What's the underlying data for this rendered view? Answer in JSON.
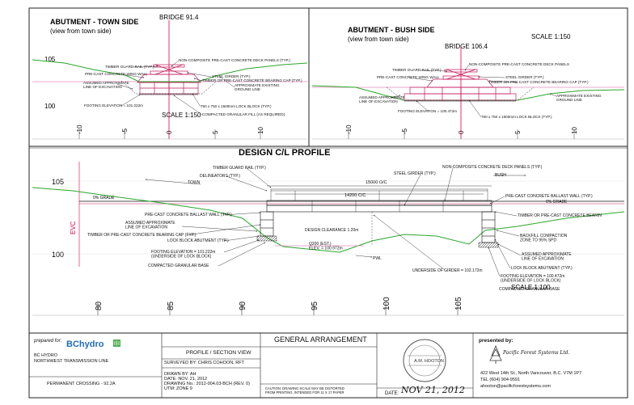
{
  "top_left": {
    "title": "ABUTMENT - TOWN SIDE",
    "subtitle": "(view from town side)",
    "bridge": "BRIDGE 91.4",
    "elev_105": "105",
    "elev_100": "100",
    "scale": "SCALE  1:150",
    "ticks": [
      "-10",
      "-5",
      "0",
      "5",
      "10"
    ],
    "notes": {
      "guard": "TIMBER GUARD RAIL (TYP.)",
      "wing": "PRE-CAST CONCRETE WING WALL",
      "exc": "ASSUMED APPROXIMATE\nLINE OF EXCAVATION",
      "footing": "FOOTING ELEVATION = 101.222m",
      "deck": "NON-COMPOSITE PRE-CAST CONCRETE DECK PANELS (TYP.)",
      "girder": "STEEL GIRDER (TYP.)",
      "cap": "TIMBER OR PRE-CAST CONCRETE BEARING CAP (TYP.)",
      "ground": "APPROXIMATE EXISTING\nGROUND LINE",
      "lock": "750 x 750 x 1500mm LOCK BLOCK (TYP.)",
      "fill": "COMPACTED GRANULAR FILL (AS REQUIRED)"
    }
  },
  "top_right": {
    "title": "ABUTMENT - BUSH SIDE",
    "subtitle": "(view from town side)",
    "bridge": "BRIDGE 106.4",
    "scale": "SCALE  1:150",
    "ticks": [
      "-10",
      "-5",
      "0",
      "5",
      "10"
    ],
    "notes": {
      "guard": "TIMBER GUARD RAIL (TYP.)",
      "wing": "PRE-CAST CONCRETE WING WALL",
      "exc": "ASSUMED APPROXIMATE\nLINE OF EXCAVATION",
      "footing": "FOOTING ELEVATION = 100.472m",
      "deck": "NON-COMPOSITE PRE-CAST CONCRETE DECK PANELS",
      "girder": "STEEL GIRDER (TYP.)",
      "cap": "TIMBER OR PRE-CAST CONCRETE BEARING CAP (TYP.)",
      "ground": "APPROXIMATE EXISTING\nGROUND LINE",
      "lock": "750 x 750 x 1500mm LOCK BLOCK (TYP.)"
    }
  },
  "profile": {
    "title": "DESIGN C/L PROFILE",
    "elev_105": "105",
    "elev_100": "100",
    "evc": "EVC",
    "grade_left": "0% GRADE",
    "grade_right": "0% GRADE",
    "town": "TOWN",
    "bush": "BUSH",
    "span": "15000 O/C",
    "span_inner": "14200 C/C",
    "scale": "SCALE  1:100",
    "ticks": [
      "80",
      "85",
      "90",
      "95",
      "100",
      "105"
    ],
    "notes": {
      "guard": "TIMBER GUARD RAIL (TYP.)",
      "delin": "DELINEATORS (TYP.)",
      "girder": "STEEL GIRDER (TYP.)",
      "deck": "NON-COMPOSITE CONCRETE DECK PANELS (TYP.)",
      "ballast_l": "PRE-CAST CONCRETE BALLAST WALL (TYP.)",
      "ballast_r": "PRE-CAST CONCRETE BALLAST WALL (TYP.)",
      "bearing_r": "TIMBER OR PRE-CAST CONCRETE BEARIN",
      "exc_l": "ASSUMED APPROXIMATE\nLINE OF EXCAVATION",
      "cap_l": "TIMBER OR PRE-CAST CONCRETE BEARING CAP (TYP.)",
      "lock_l": "LOCK BLOCK ABUTMENT (TYP.)",
      "footing_l": "FOOTING ELEVATION = 101.222m\n(UNDERSIDE OF LOCK BLOCK)",
      "granular": "COMPACTED GRANULAR BASE",
      "clearance": "DESIGN CLEARANCE 1.20m",
      "q200": "Q200 (EST.)\nELEV. = 100.972m",
      "pwl": "PWL",
      "underside": "UNDERSIDE OF GIRDER = 102.172m",
      "backfill": "BACKFILL COMPACTION\nZONE TO 95% SPD",
      "exc_r": "ASSUMED APPROXIMATE\nLINE OF EXCAVATION",
      "lock_r": "LOCK BLOCK ABUTMENT (TYP.)",
      "footing_r": "FOOTING ELEVATION = 100.472m\n(UNDERSIDE OF LOCK BLOCK)",
      "granular_r": "COMPACTED GRANULAR BASE"
    }
  },
  "title_block": {
    "prepared_for": "prepared for:",
    "bchydro": "BChydro",
    "client_1": "BC HYDRO",
    "client_2": "NORTHWEST TRANSMISSION LINE",
    "crossing": "PERMANENT CROSSING - 92.2A",
    "sheet_title": "GENERAL ARRANGEMENT",
    "view": "PROFILE / SECTION VIEW",
    "surveyed": "SURVEYED BY: CHRIS COHOON, RFT",
    "drawn": "DRAWN BY: AH",
    "date": "DATE: NOV. 21, 2012",
    "drawing": "DRAWING No.: 2012-004.03-BCH (REV. 0)",
    "utm": "UTM: ZONE 9",
    "caution": "CAUTION: DRAWING SCALE MAY BE DISTORTED\nFROM PRINTING, INTENDED FOR 11 X 17 PAPER",
    "seal": "A.M. HOOTON",
    "date_label": "DATE:",
    "date_hand": "NOV 21, 2012",
    "presented_by": "presented by:",
    "company": "Pacific Forest Systems Ltd.",
    "address": "422 West 14th St., North Vancouver, B.C.  V7M 1P7",
    "tel": "TEL (604) 904-9591",
    "email": "ahooton@pacificforestsystems.com"
  },
  "colors": {
    "ground": "#2aa62a",
    "water": "#e58bb8",
    "structure": "#c2185b",
    "centerline": "#e0004a",
    "ink": "#111111",
    "logo_blue": "#1f6db5",
    "logo_green": "#4caf50"
  }
}
